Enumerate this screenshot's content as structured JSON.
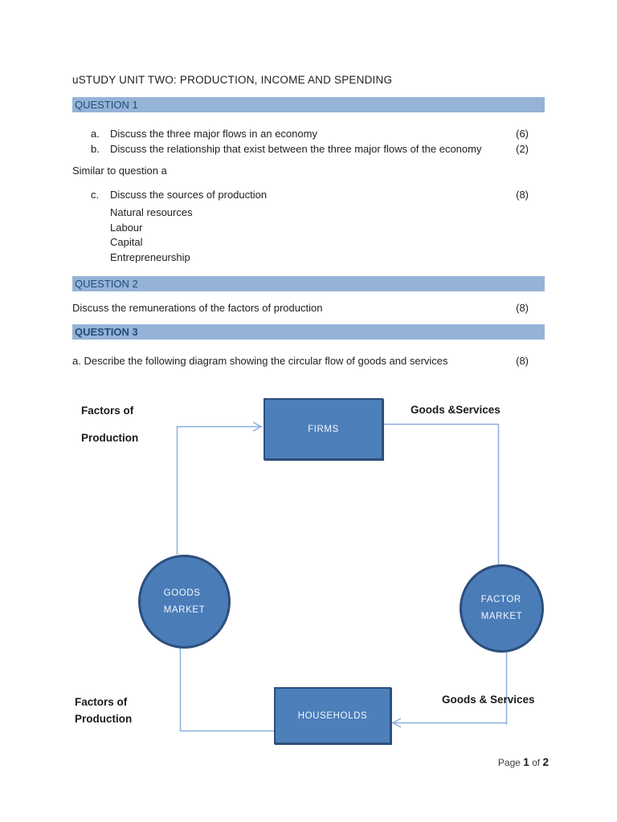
{
  "colors": {
    "header_bg": "#95b3d7",
    "header_text": "#1f4e79",
    "shape_fill": "#4d7fba",
    "circle_fill": "#4a7cb8",
    "shape_border": "#2d4f7c",
    "connector": "#89aedd"
  },
  "title": "uSTUDY UNIT TWO: PRODUCTION, INCOME AND SPENDING",
  "question1": {
    "header": "QUESTION 1",
    "items": [
      {
        "letter": "a.",
        "text": "Discuss the three major flows in an economy",
        "marks": "(6)"
      },
      {
        "letter": "b.",
        "text": "Discuss the relationship that exist between the three major flows of the economy",
        "marks": "(2)"
      }
    ],
    "note": "Similar to question a",
    "item_c": {
      "letter": "c.",
      "text": "Discuss the sources of production",
      "marks": "(8)"
    },
    "sub_items": [
      "Natural resources",
      "Labour",
      "Capital",
      "Entrepreneurship"
    ]
  },
  "question2": {
    "header": "QUESTION 2",
    "text": "Discuss the remunerations of the factors of production",
    "marks": "(8)"
  },
  "question3": {
    "header": "QUESTION 3",
    "text": "a. Describe the following diagram showing the circular flow of goods and services",
    "marks": "(8)"
  },
  "diagram": {
    "firms": "FIRMS",
    "households": "HOUSEHOLDS",
    "goods_market": {
      "line1": "GOODS",
      "line2": "MARKET"
    },
    "factor_market": {
      "line1": "FACTOR",
      "line2": "MARKET"
    },
    "label_top_left": {
      "line1": "Factors of",
      "line2": "Production"
    },
    "label_top_right": "Goods &Services",
    "label_bottom_left": {
      "line1": "Factors of",
      "line2": "Production"
    },
    "label_bottom_right": "Goods & Services"
  },
  "footer": {
    "word_page": "Page",
    "num_current": "1",
    "word_of": "of",
    "num_total": "2"
  }
}
